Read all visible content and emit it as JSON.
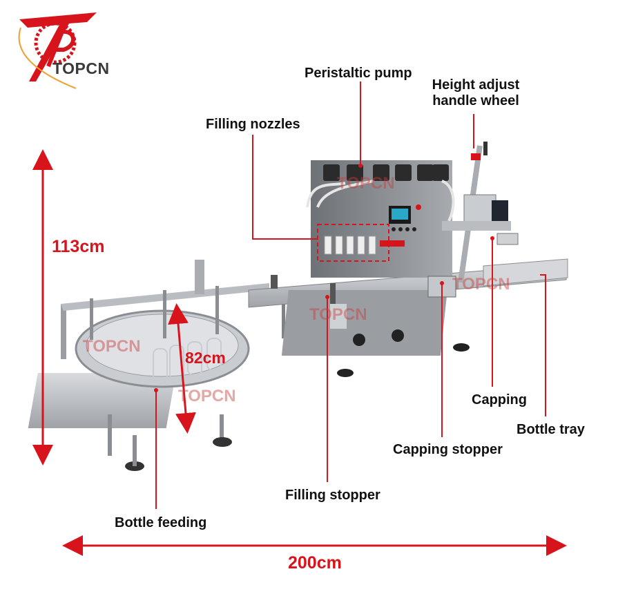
{
  "logo": {
    "text": "TOPCN"
  },
  "labels": {
    "peristaltic_pump": "Peristaltic pump",
    "height_adjust_line1": "Height adjust",
    "height_adjust_line2": "handle wheel",
    "filling_nozzles": "Filling nozzles",
    "capping": "Capping",
    "bottle_tray": "Bottle tray",
    "capping_stopper": "Capping stopper",
    "filling_stopper": "Filling stopper",
    "bottle_feeding": "Bottle feeding"
  },
  "dimensions": {
    "height": "113cm",
    "turntable_height": "82cm",
    "length": "200cm"
  },
  "watermark": "TOPCN",
  "colors": {
    "accent": "#d7141c",
    "text": "#111111",
    "steel": "#b9bcc0"
  }
}
